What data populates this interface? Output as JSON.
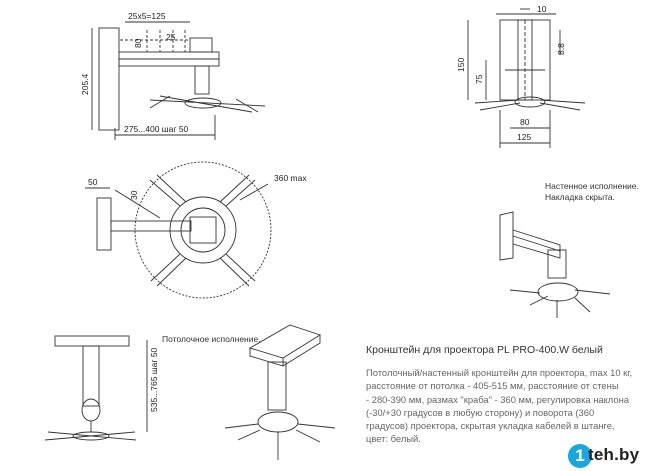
{
  "dims": {
    "d_25x5": "25x5=125",
    "d_80_top": "80",
    "d_25": "25",
    "d_205": "205.4",
    "d_275": "275...400 шаг 50",
    "d_10": "10",
    "d_8_8": "8.8",
    "d_150": "150",
    "d_75": "75",
    "d_80_side": "80",
    "d_125": "125",
    "d_50": "50",
    "d_30": "30",
    "d_360": "360 max",
    "d_535": "535...765 шаг 50"
  },
  "notes": {
    "wall_line1": "Настенное исполнение.",
    "wall_line2": "Накладка скрыта.",
    "ceiling": "Потолочное исполнение."
  },
  "product": {
    "title": "Кронштейн для проектора PL PRO-400.W белый",
    "desc_lines": [
      "Потолочный/настенный кронштейн для проектора, max 10 кг,",
      "расстояние от потолка - 405-515 мм, расстояние от стены",
      "- 280-390 мм, размах \"краба\" - 360 мм, регулировка наклона",
      "(-30/+30 градусов в любую сторону) и поворота (360",
      "градусов) проектора, скрытая укладка кабелей в штанге,",
      "цвет: белый."
    ]
  },
  "logo": {
    "mark": "1",
    "text": "teh.by"
  }
}
